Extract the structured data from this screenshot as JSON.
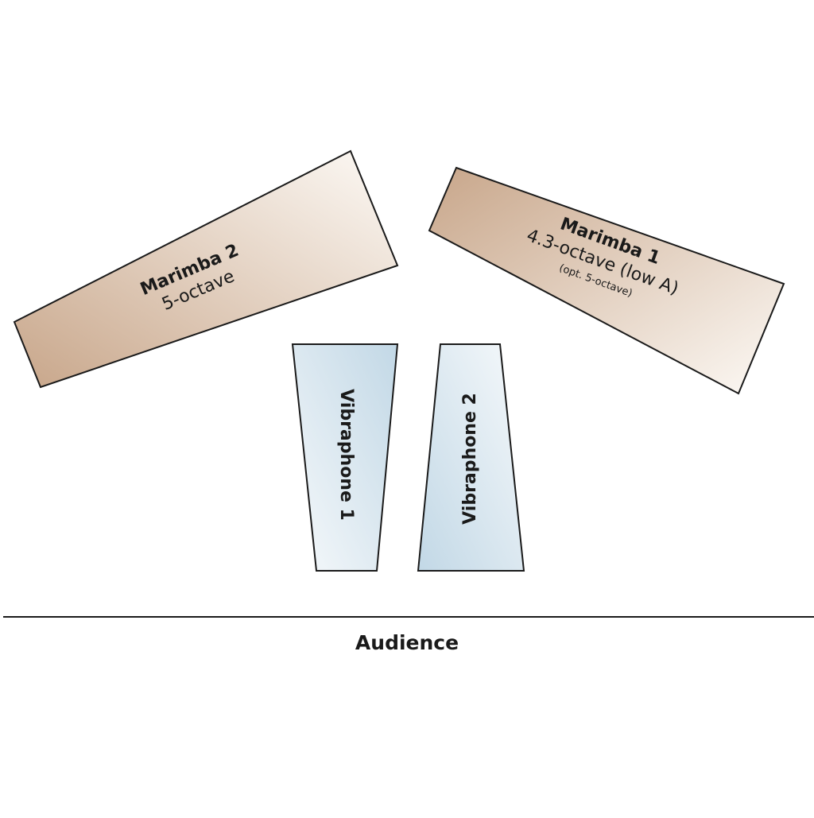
{
  "diagram": {
    "marimba_2": {
      "name": "Marimba 2",
      "range": "5-octave"
    },
    "marimba_1": {
      "name": "Marimba 1",
      "range": "4.3-octave (low A)",
      "option": "(opt. 5-octave)"
    },
    "vibraphone_1": {
      "name": "Vibraphone 1"
    },
    "vibraphone_2": {
      "name": "Vibraphone 2"
    },
    "audience_label": "Audience"
  },
  "colors": {
    "marimba_dark": "#c8a68a",
    "marimba_light": "#fdf9f5",
    "vibraphone_dark": "#c2d8e6",
    "vibraphone_light": "#f4f8fb",
    "outline": "#1a1a1a"
  }
}
